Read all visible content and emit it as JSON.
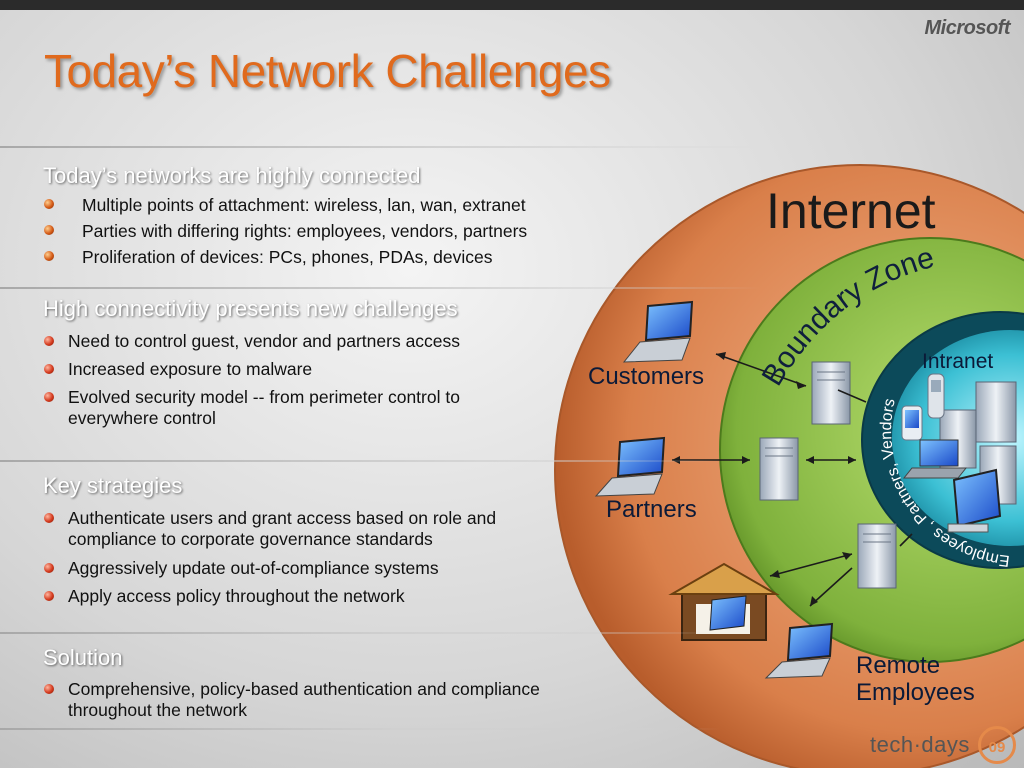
{
  "brand": "Microsoft",
  "title": "Today’s Network Challenges",
  "sections": [
    {
      "heading": "Today’s networks are highly connected",
      "bullets": [
        "Multiple points of attachment: wireless, lan, wan, extranet",
        "Parties with differing rights: employees, vendors, partners",
        "Proliferation of devices: PCs, phones, PDAs, devices"
      ]
    },
    {
      "heading": "High connectivity presents new challenges",
      "bullets": [
        "Need to control guest, vendor and partners access",
        "Increased exposure to malware",
        "Evolved security model -- from perimeter control to everywhere control"
      ]
    },
    {
      "heading": "Key strategies",
      "bullets": [
        "Authenticate users and grant access based on role and compliance to corporate governance standards",
        "Aggressively update out-of-compliance systems",
        "Apply access policy throughout the network"
      ]
    },
    {
      "heading": "Solution",
      "bullets": [
        "Comprehensive, policy-based authentication and compliance throughout the network"
      ]
    }
  ],
  "diagram": {
    "internet": "Internet",
    "boundary_zone": "Boundary Zone",
    "intranet": "Intranet",
    "employees_ring": "Employees , Partners, Vendors",
    "customers": "Customers",
    "partners": "Partners",
    "remote_employees_line1": "Remote",
    "remote_employees_line2": "Employees"
  },
  "colors": {
    "title": "#e06a1d",
    "internet_ring": "#d97f4a",
    "boundary_ring": "#7fb13c",
    "intranet_core": "#2aa6b8"
  },
  "footer": {
    "event": "tech·days",
    "year": "09"
  }
}
